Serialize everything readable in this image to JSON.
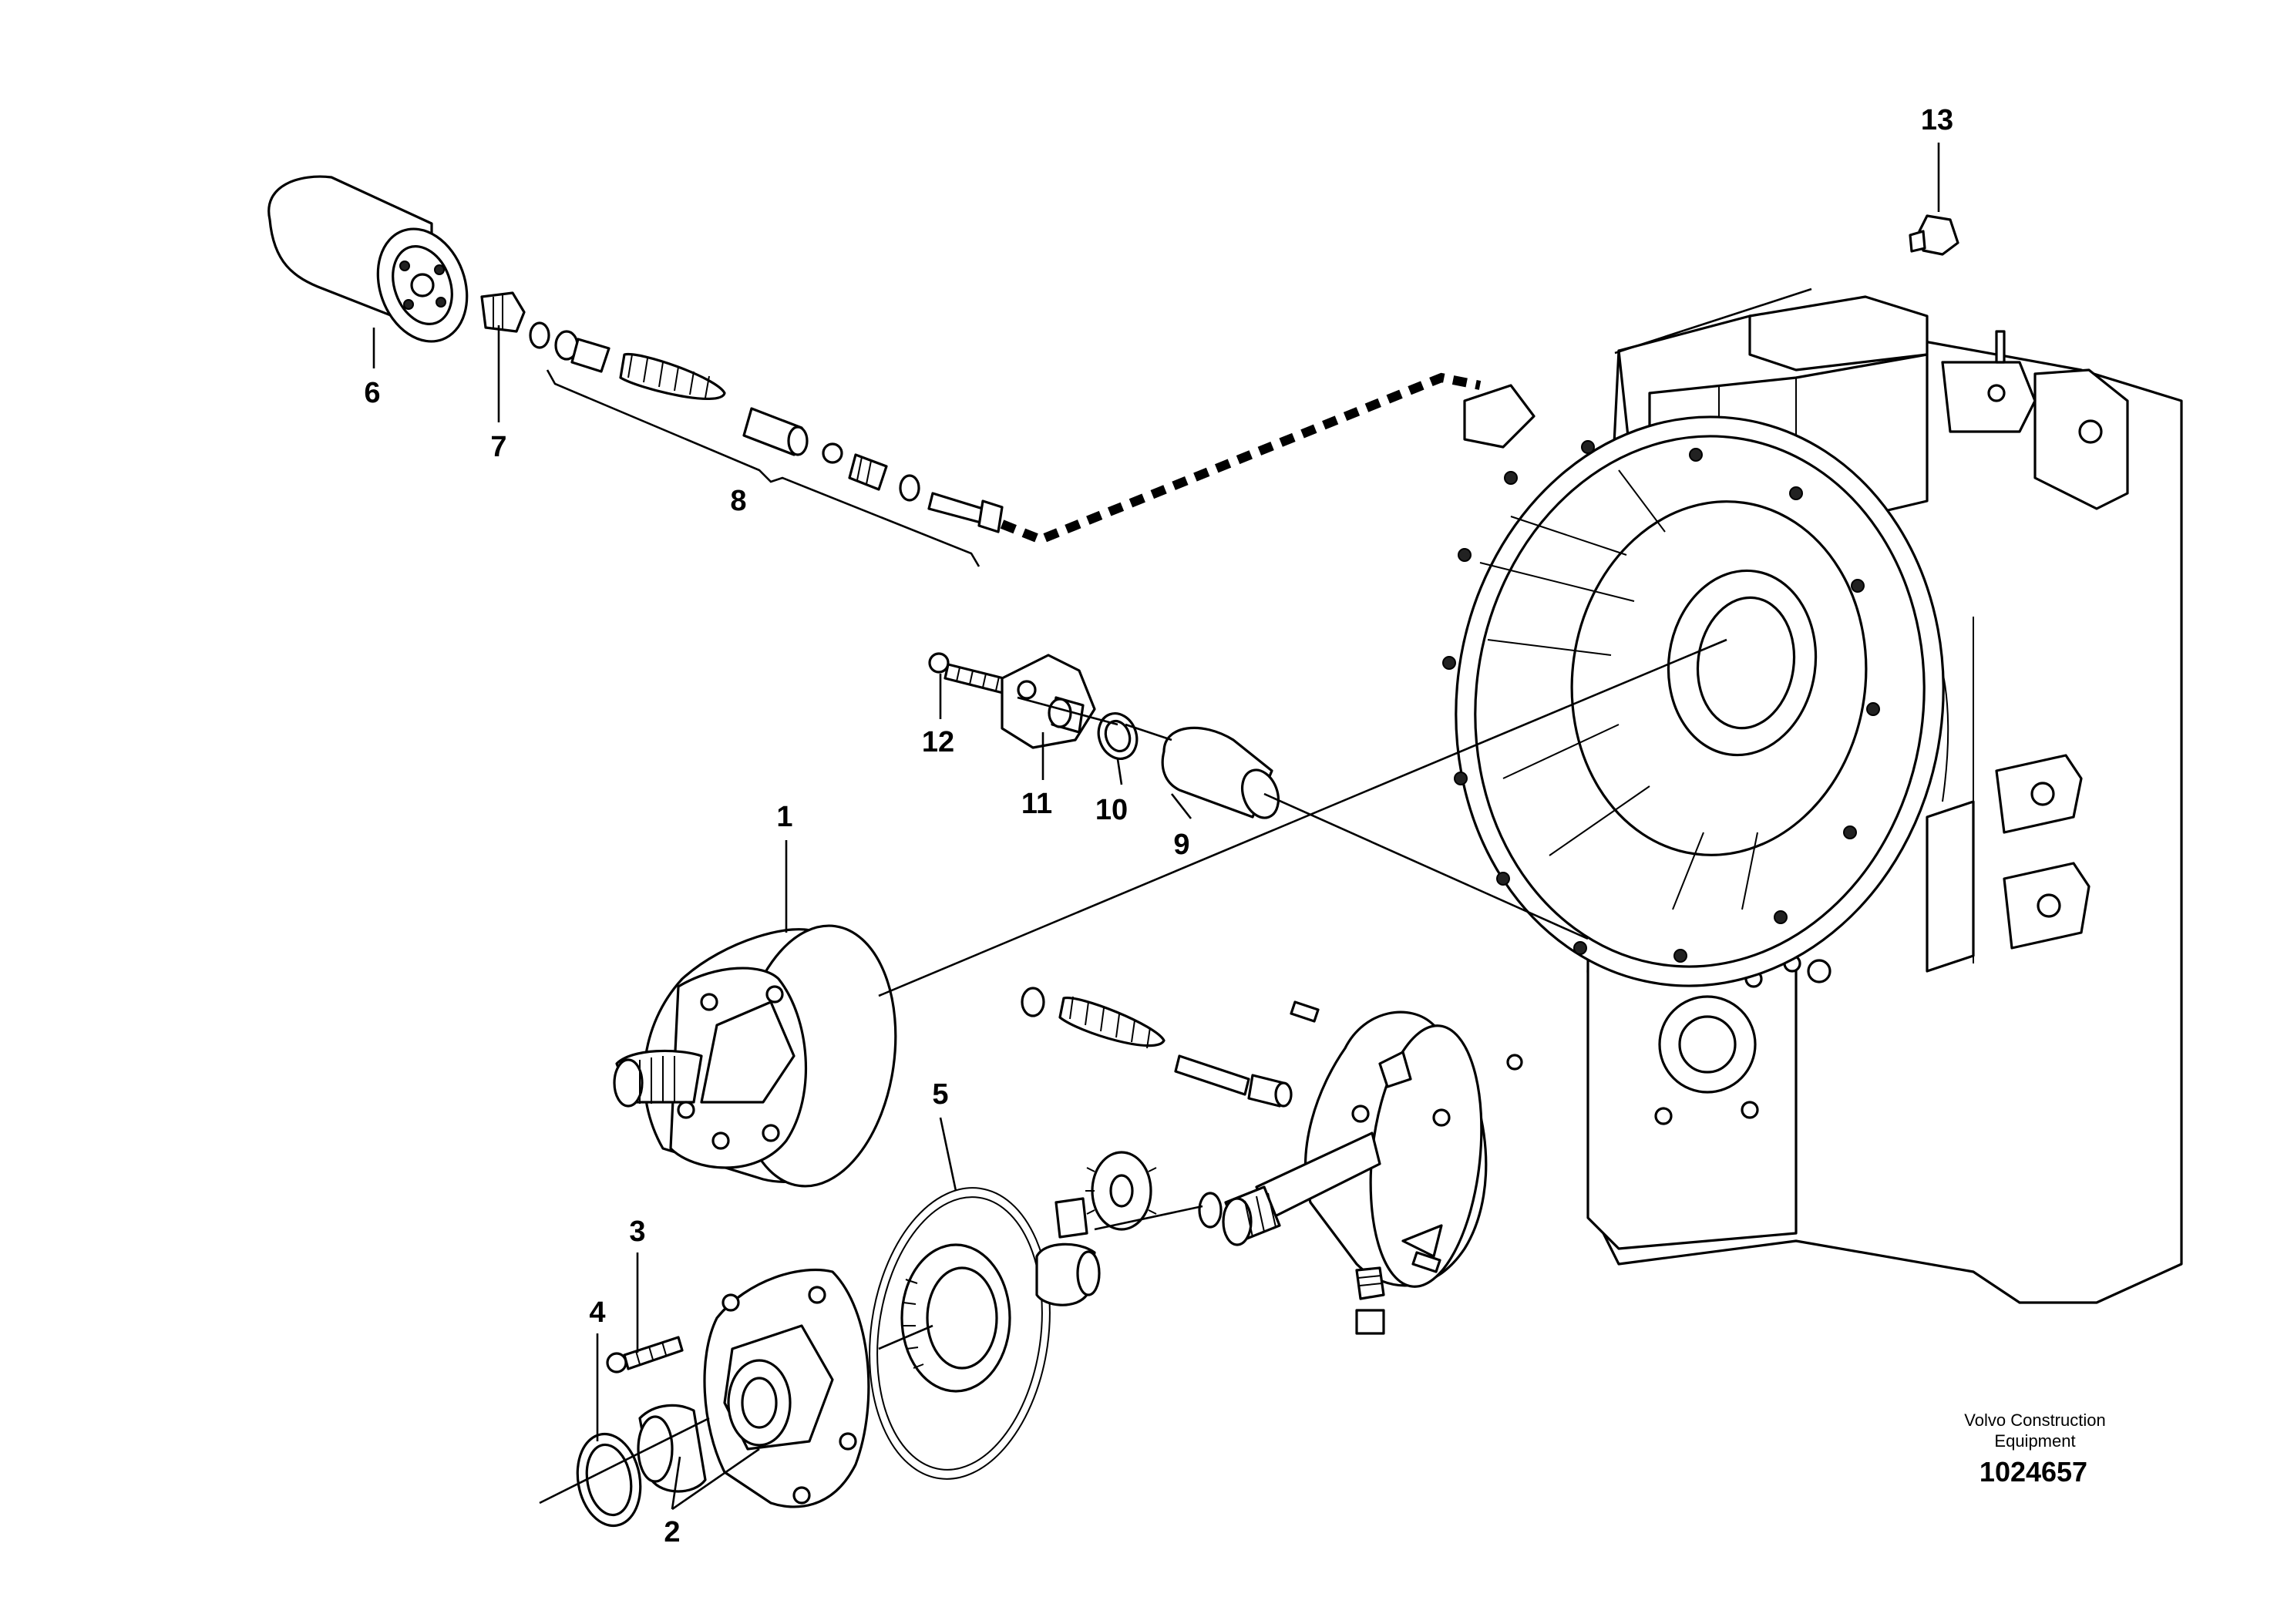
{
  "callouts": [
    {
      "id": "1",
      "label": "1"
    },
    {
      "id": "2",
      "label": "2"
    },
    {
      "id": "3",
      "label": "3"
    },
    {
      "id": "4",
      "label": "4"
    },
    {
      "id": "5",
      "label": "5"
    },
    {
      "id": "6",
      "label": "6"
    },
    {
      "id": "7",
      "label": "7"
    },
    {
      "id": "8",
      "label": "8"
    },
    {
      "id": "9",
      "label": "9"
    },
    {
      "id": "10",
      "label": "10"
    },
    {
      "id": "11",
      "label": "11"
    },
    {
      "id": "12",
      "label": "12"
    },
    {
      "id": "13",
      "label": "13"
    }
  ],
  "footer": {
    "brand_line1": "Volvo Construction",
    "brand_line2": "Equipment",
    "doc_number": "1024657"
  }
}
